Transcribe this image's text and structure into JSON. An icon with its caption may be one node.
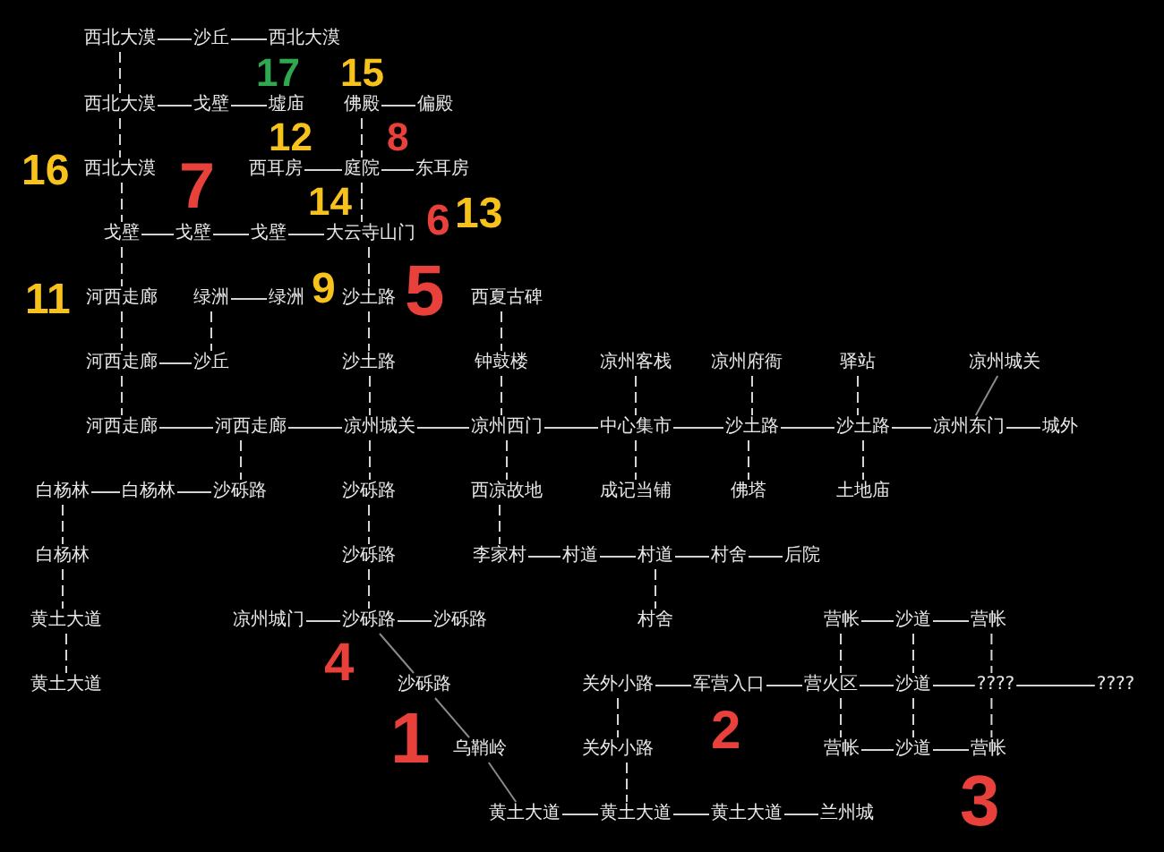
{
  "diagram": {
    "nodes": [
      {
        "text": [
          "西北大漠"
        ]
      },
      {
        "text": [
          "沙丘"
        ]
      },
      {
        "text": [
          "西北大漠"
        ]
      },
      {
        "text": [
          "西北大漠"
        ]
      },
      {
        "text": [
          "戈壁"
        ]
      },
      {
        "text": [
          "墟庙"
        ]
      },
      {
        "text": [
          "佛殿"
        ]
      },
      {
        "text": [
          "偏殿"
        ]
      },
      {
        "text": [
          "西北大漠"
        ]
      },
      {
        "text": [
          "西耳房"
        ]
      },
      {
        "text": [
          "庭院"
        ]
      },
      {
        "text": [
          "东耳房"
        ]
      },
      {
        "text": [
          "戈壁"
        ]
      },
      {
        "text": [
          "戈壁"
        ]
      },
      {
        "text": [
          "戈壁"
        ]
      },
      {
        "text": [
          "大云寺山门"
        ]
      },
      {
        "text": [
          "河西走廊"
        ]
      },
      {
        "text": [
          "绿洲"
        ]
      },
      {
        "text": [
          "绿洲"
        ]
      },
      {
        "text": [
          "沙土路"
        ]
      },
      {
        "text": [
          "西夏古碑"
        ]
      },
      {
        "text": [
          "河西走廊"
        ]
      },
      {
        "text": [
          "沙丘"
        ]
      },
      {
        "text": [
          "沙土路"
        ]
      },
      {
        "text": [
          "钟鼓楼"
        ]
      },
      {
        "text": [
          "凉州客栈"
        ]
      },
      {
        "text": [
          "凉州府衙"
        ]
      },
      {
        "text": [
          "驿站"
        ]
      },
      {
        "text": [
          "凉州城关"
        ]
      },
      {
        "text": [
          "河西走廊"
        ]
      },
      {
        "text": [
          "河西走廊"
        ]
      },
      {
        "text": [
          "凉州城关"
        ]
      },
      {
        "text": [
          "凉州西门"
        ]
      },
      {
        "text": [
          "中心集市"
        ]
      },
      {
        "text": [
          "沙土路"
        ]
      },
      {
        "text": [
          "沙土路"
        ]
      },
      {
        "text": [
          "凉州东门"
        ]
      },
      {
        "text": [
          "城外"
        ]
      },
      {
        "text": [
          "白杨林"
        ]
      },
      {
        "text": [
          "白杨林"
        ]
      },
      {
        "text": [
          "沙砾路"
        ]
      },
      {
        "text": [
          "沙砾路"
        ]
      },
      {
        "text": [
          "西凉故地"
        ]
      },
      {
        "text": [
          "成记当铺"
        ]
      },
      {
        "text": [
          "佛塔"
        ]
      },
      {
        "text": [
          "土地庙"
        ]
      },
      {
        "text": [
          "白杨林"
        ]
      },
      {
        "text": [
          "沙砾路"
        ]
      },
      {
        "text": [
          "李家村"
        ]
      },
      {
        "text": [
          "村道"
        ]
      },
      {
        "text": [
          "村道"
        ]
      },
      {
        "text": [
          "村舍"
        ]
      },
      {
        "text": [
          "后院"
        ]
      },
      {
        "text": [
          "黄土大道"
        ]
      },
      {
        "text": [
          "凉州城门"
        ]
      },
      {
        "text": [
          "沙砾路"
        ]
      },
      {
        "text": [
          "沙砾路"
        ]
      },
      {
        "text": [
          "村舍"
        ]
      },
      {
        "text": [
          "营帐"
        ]
      },
      {
        "text": [
          "沙道"
        ]
      },
      {
        "text": [
          "营帐"
        ]
      },
      {
        "text": [
          "黄土大道"
        ]
      },
      {
        "text": [
          "沙砾路"
        ]
      },
      {
        "text": [
          "关外小路"
        ]
      },
      {
        "text": [
          "军营入口"
        ]
      },
      {
        "text": [
          "营火区"
        ]
      },
      {
        "text": [
          "沙道"
        ]
      },
      {
        "text": [
          "????"
        ]
      },
      {
        "text": [
          "????"
        ]
      },
      {
        "text": [
          "乌鞘岭"
        ]
      },
      {
        "text": [
          "关外小路"
        ]
      },
      {
        "text": [
          "营帐"
        ]
      },
      {
        "text": [
          "沙道"
        ]
      },
      {
        "text": [
          "营帐"
        ]
      },
      {
        "text": [
          "黄土大道"
        ]
      },
      {
        "text": [
          "黄土大道"
        ]
      },
      {
        "text": [
          "黄土大道"
        ]
      },
      {
        "text": [
          "兰州城"
        ]
      }
    ],
    "edges": [
      {
        "from": 0,
        "to": 1,
        "arrow": "none"
      },
      {
        "from": 0,
        "to": 3,
        "arrow": "none",
        "style": "dashed"
      },
      {
        "from": 1,
        "to": 2,
        "arrow": "none"
      },
      {
        "from": 3,
        "to": 4,
        "arrow": "none"
      },
      {
        "from": 3,
        "to": 8,
        "arrow": "none",
        "style": "dashed"
      },
      {
        "from": 4,
        "to": 5,
        "arrow": "none"
      },
      {
        "from": 6,
        "to": 7,
        "arrow": "none"
      },
      {
        "from": 6,
        "to": 10,
        "arrow": "none",
        "style": "dashed"
      },
      {
        "from": 8,
        "to": 12,
        "arrow": "none",
        "style": "dashed"
      },
      {
        "from": 9,
        "to": 10,
        "arrow": "none"
      },
      {
        "from": 10,
        "to": 11,
        "arrow": "none"
      },
      {
        "from": 10,
        "to": 15,
        "arrow": "none",
        "style": "dashed"
      },
      {
        "from": 12,
        "to": 13,
        "arrow": "none"
      },
      {
        "from": 12,
        "to": 16,
        "arrow": "none",
        "style": "dashed"
      },
      {
        "from": 13,
        "to": 14,
        "arrow": "none"
      },
      {
        "from": 14,
        "to": 15,
        "arrow": "none"
      },
      {
        "from": 15,
        "to": 19,
        "arrow": "none",
        "style": "dashed"
      },
      {
        "from": 16,
        "to": 21,
        "arrow": "none",
        "style": "dashed"
      },
      {
        "from": 17,
        "to": 18,
        "arrow": "none"
      },
      {
        "from": 17,
        "to": 22,
        "arrow": "none",
        "style": "dashed"
      },
      {
        "from": 19,
        "to": 23,
        "arrow": "none",
        "style": "dashed"
      },
      {
        "from": 20,
        "to": 24,
        "arrow": "none",
        "style": "dashed"
      },
      {
        "from": 21,
        "to": 22,
        "arrow": "none"
      },
      {
        "from": 21,
        "to": 29,
        "arrow": "none",
        "style": "dashed"
      },
      {
        "from": 23,
        "to": 31,
        "arrow": "none",
        "style": "dashed"
      },
      {
        "from": 24,
        "to": 32,
        "arrow": "none",
        "style": "dashed"
      },
      {
        "from": 25,
        "to": 33,
        "arrow": "none",
        "style": "dashed"
      },
      {
        "from": 26,
        "to": 34,
        "arrow": "none",
        "style": "dashed"
      },
      {
        "from": 27,
        "to": 35,
        "arrow": "none",
        "style": "dashed"
      },
      {
        "from": 28,
        "to": 36,
        "arrow": "none",
        "color": "#8a8a8a"
      },
      {
        "from": 29,
        "to": 30,
        "arrow": "none"
      },
      {
        "from": 30,
        "to": 31,
        "arrow": "none"
      },
      {
        "from": 30,
        "to": 40,
        "arrow": "none",
        "style": "dashed"
      },
      {
        "from": 31,
        "to": 32,
        "arrow": "none"
      },
      {
        "from": 31,
        "to": 41,
        "arrow": "none",
        "style": "dashed"
      },
      {
        "from": 32,
        "to": 33,
        "arrow": "none"
      },
      {
        "from": 32,
        "to": 42,
        "arrow": "none",
        "style": "dashed"
      },
      {
        "from": 33,
        "to": 34,
        "arrow": "none"
      },
      {
        "from": 33,
        "to": 43,
        "arrow": "none",
        "style": "dashed"
      },
      {
        "from": 34,
        "to": 35,
        "arrow": "none"
      },
      {
        "from": 34,
        "to": 44,
        "arrow": "none",
        "style": "dashed"
      },
      {
        "from": 35,
        "to": 36,
        "arrow": "none"
      },
      {
        "from": 35,
        "to": 45,
        "arrow": "none",
        "style": "dashed"
      },
      {
        "from": 36,
        "to": 37,
        "arrow": "none"
      },
      {
        "from": 38,
        "to": 39,
        "arrow": "none"
      },
      {
        "from": 38,
        "to": 46,
        "arrow": "none",
        "style": "dashed"
      },
      {
        "from": 39,
        "to": 40,
        "arrow": "none"
      },
      {
        "from": 41,
        "to": 47,
        "arrow": "none",
        "style": "dashed"
      },
      {
        "from": 42,
        "to": 48,
        "arrow": "none",
        "style": "dashed"
      },
      {
        "from": 46,
        "to": 53,
        "arrow": "none",
        "style": "dashed"
      },
      {
        "from": 47,
        "to": 55,
        "arrow": "none",
        "style": "dashed"
      },
      {
        "from": 48,
        "to": 49,
        "arrow": "none"
      },
      {
        "from": 49,
        "to": 50,
        "arrow": "none"
      },
      {
        "from": 50,
        "to": 51,
        "arrow": "none"
      },
      {
        "from": 50,
        "to": 57,
        "arrow": "none",
        "style": "dashed"
      },
      {
        "from": 51,
        "to": 52,
        "arrow": "none"
      },
      {
        "from": 53,
        "to": 61,
        "arrow": "none",
        "style": "dashed"
      },
      {
        "from": 54,
        "to": 55,
        "arrow": "none"
      },
      {
        "from": 55,
        "to": 56,
        "arrow": "none"
      },
      {
        "from": 55,
        "to": 62,
        "arrow": "none",
        "color": "#8a8a8a"
      },
      {
        "from": 58,
        "to": 59,
        "arrow": "none"
      },
      {
        "from": 58,
        "to": 65,
        "arrow": "none",
        "style": "dashed"
      },
      {
        "from": 59,
        "to": 60,
        "arrow": "none"
      },
      {
        "from": 59,
        "to": 66,
        "arrow": "none",
        "style": "dashed"
      },
      {
        "from": 60,
        "to": 67,
        "arrow": "none",
        "style": "dashed"
      },
      {
        "from": 62,
        "to": 69,
        "arrow": "none",
        "color": "#8a8a8a"
      },
      {
        "from": 63,
        "to": 64,
        "arrow": "none"
      },
      {
        "from": 63,
        "to": 70,
        "arrow": "none",
        "style": "dashed"
      },
      {
        "from": 64,
        "to": 65,
        "arrow": "none"
      },
      {
        "from": 65,
        "to": 66,
        "arrow": "none"
      },
      {
        "from": 65,
        "to": 71,
        "arrow": "none",
        "style": "dashed"
      },
      {
        "from": 66,
        "to": 67,
        "arrow": "none"
      },
      {
        "from": 66,
        "to": 72,
        "arrow": "none",
        "style": "dashed"
      },
      {
        "from": 67,
        "to": 68,
        "arrow": "none"
      },
      {
        "from": 67,
        "to": 73,
        "arrow": "none",
        "style": "dashed"
      },
      {
        "from": 69,
        "to": 74,
        "arrow": "none",
        "color": "#8a8a8a"
      },
      {
        "from": 70,
        "to": 75,
        "arrow": "none",
        "style": "dashed"
      },
      {
        "from": 71,
        "to": 72,
        "arrow": "none"
      },
      {
        "from": 72,
        "to": 73,
        "arrow": "none"
      },
      {
        "from": 74,
        "to": 75,
        "arrow": "none"
      },
      {
        "from": 75,
        "to": 76,
        "arrow": "none"
      },
      {
        "from": 76,
        "to": 77,
        "arrow": "none"
      }
    ],
    "labels": [
      "17",
      "15",
      "12",
      "16",
      "8",
      "14",
      "7",
      "6",
      "13",
      "11",
      "9",
      "5",
      "4",
      "2",
      "1",
      "3"
    ]
  }
}
